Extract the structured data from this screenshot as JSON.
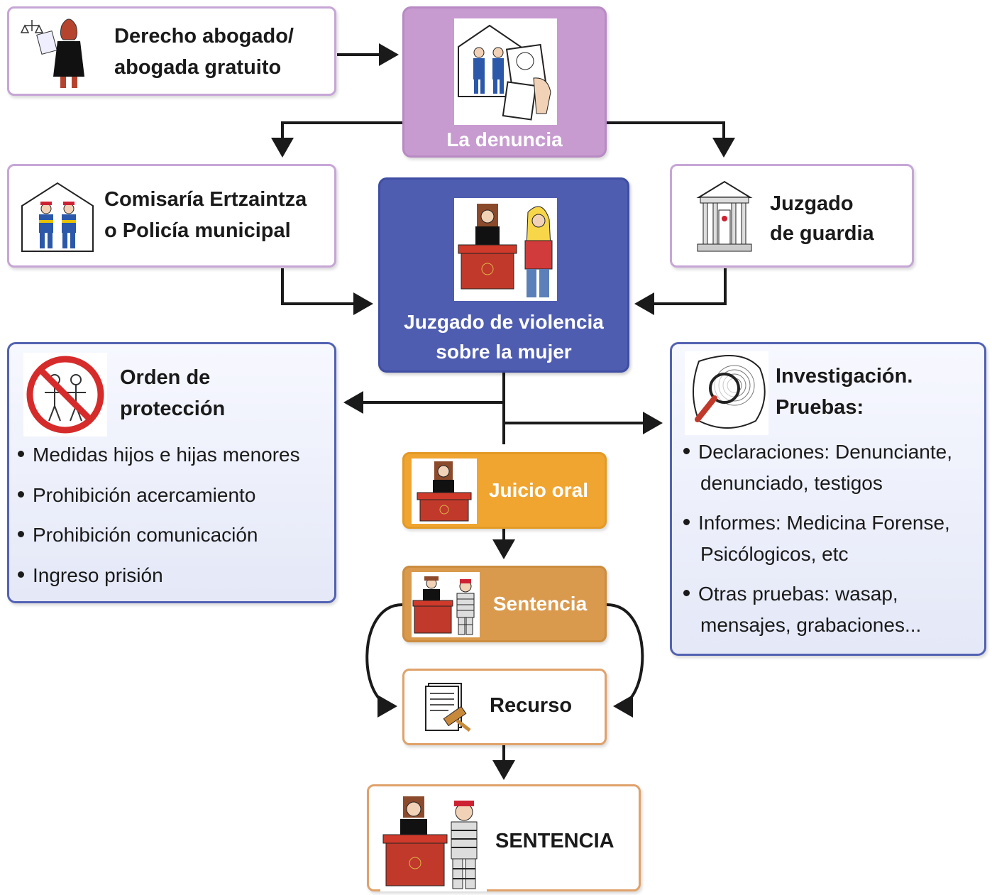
{
  "nodes": {
    "abogado": "Derecho abogado/\nabogada gratuito",
    "abogado_l1": "Derecho abogado/",
    "abogado_l2": "abogada gratuito",
    "denuncia": "La denuncia",
    "comisaria_l1": "Comisaría Ertzaintza",
    "comisaria_l2": "o Policía municipal",
    "guardia_l1": "Juzgado",
    "guardia_l2": "de guardia",
    "violencia_l1": "Juzgado de violencia",
    "violencia_l2": "sobre la mujer",
    "orden_l1": "Orden de",
    "orden_l2": "protección",
    "investigacion_l1": "Investigación.",
    "investigacion_l2": "Pruebas:",
    "juicio": "Juicio oral",
    "sentencia": "Sentencia",
    "recurso": "Recurso",
    "sentencia_final": "SENTENCIA"
  },
  "orden_items": [
    "Medidas hijos e hijas menores",
    "Prohibición acercamiento",
    "Prohibición comunicación",
    "Ingreso prisión"
  ],
  "investigacion_items": [
    {
      "l1": "Declaraciones: Denunciante,",
      "l2": "denunciado, testigos"
    },
    {
      "l1": "Informes: Medicina Forense,",
      "l2": "Psicólogicos, etc"
    },
    {
      "l1": "Otras pruebas: wasap,",
      "l2": "mensajes, grabaciones..."
    }
  ],
  "colors": {
    "lilac_border": "#c7a6d6",
    "denuncia_fill": "#c79bd0",
    "violencia_fill": "#4f5db0",
    "blue_border": "#5262b3",
    "juicio_fill": "#f0a531",
    "sentencia_fill": "#d99a4e",
    "orange_border": "#e0a26b",
    "arrow": "#1a1a1a"
  },
  "icons": {
    "abogado": "lawyer-icon",
    "denuncia": "police-report-icon",
    "comisaria": "police-station-icon",
    "guardia": "courthouse-icon",
    "violencia": "judge-with-woman-icon",
    "orden": "prohibited-people-icon",
    "investigacion": "magnifier-fingerprint-icon",
    "juicio": "judge-icon",
    "sentencia": "judge-prisoner-icon",
    "recurso": "document-gavel-icon",
    "sentencia_final": "judge-prisoner-icon"
  }
}
